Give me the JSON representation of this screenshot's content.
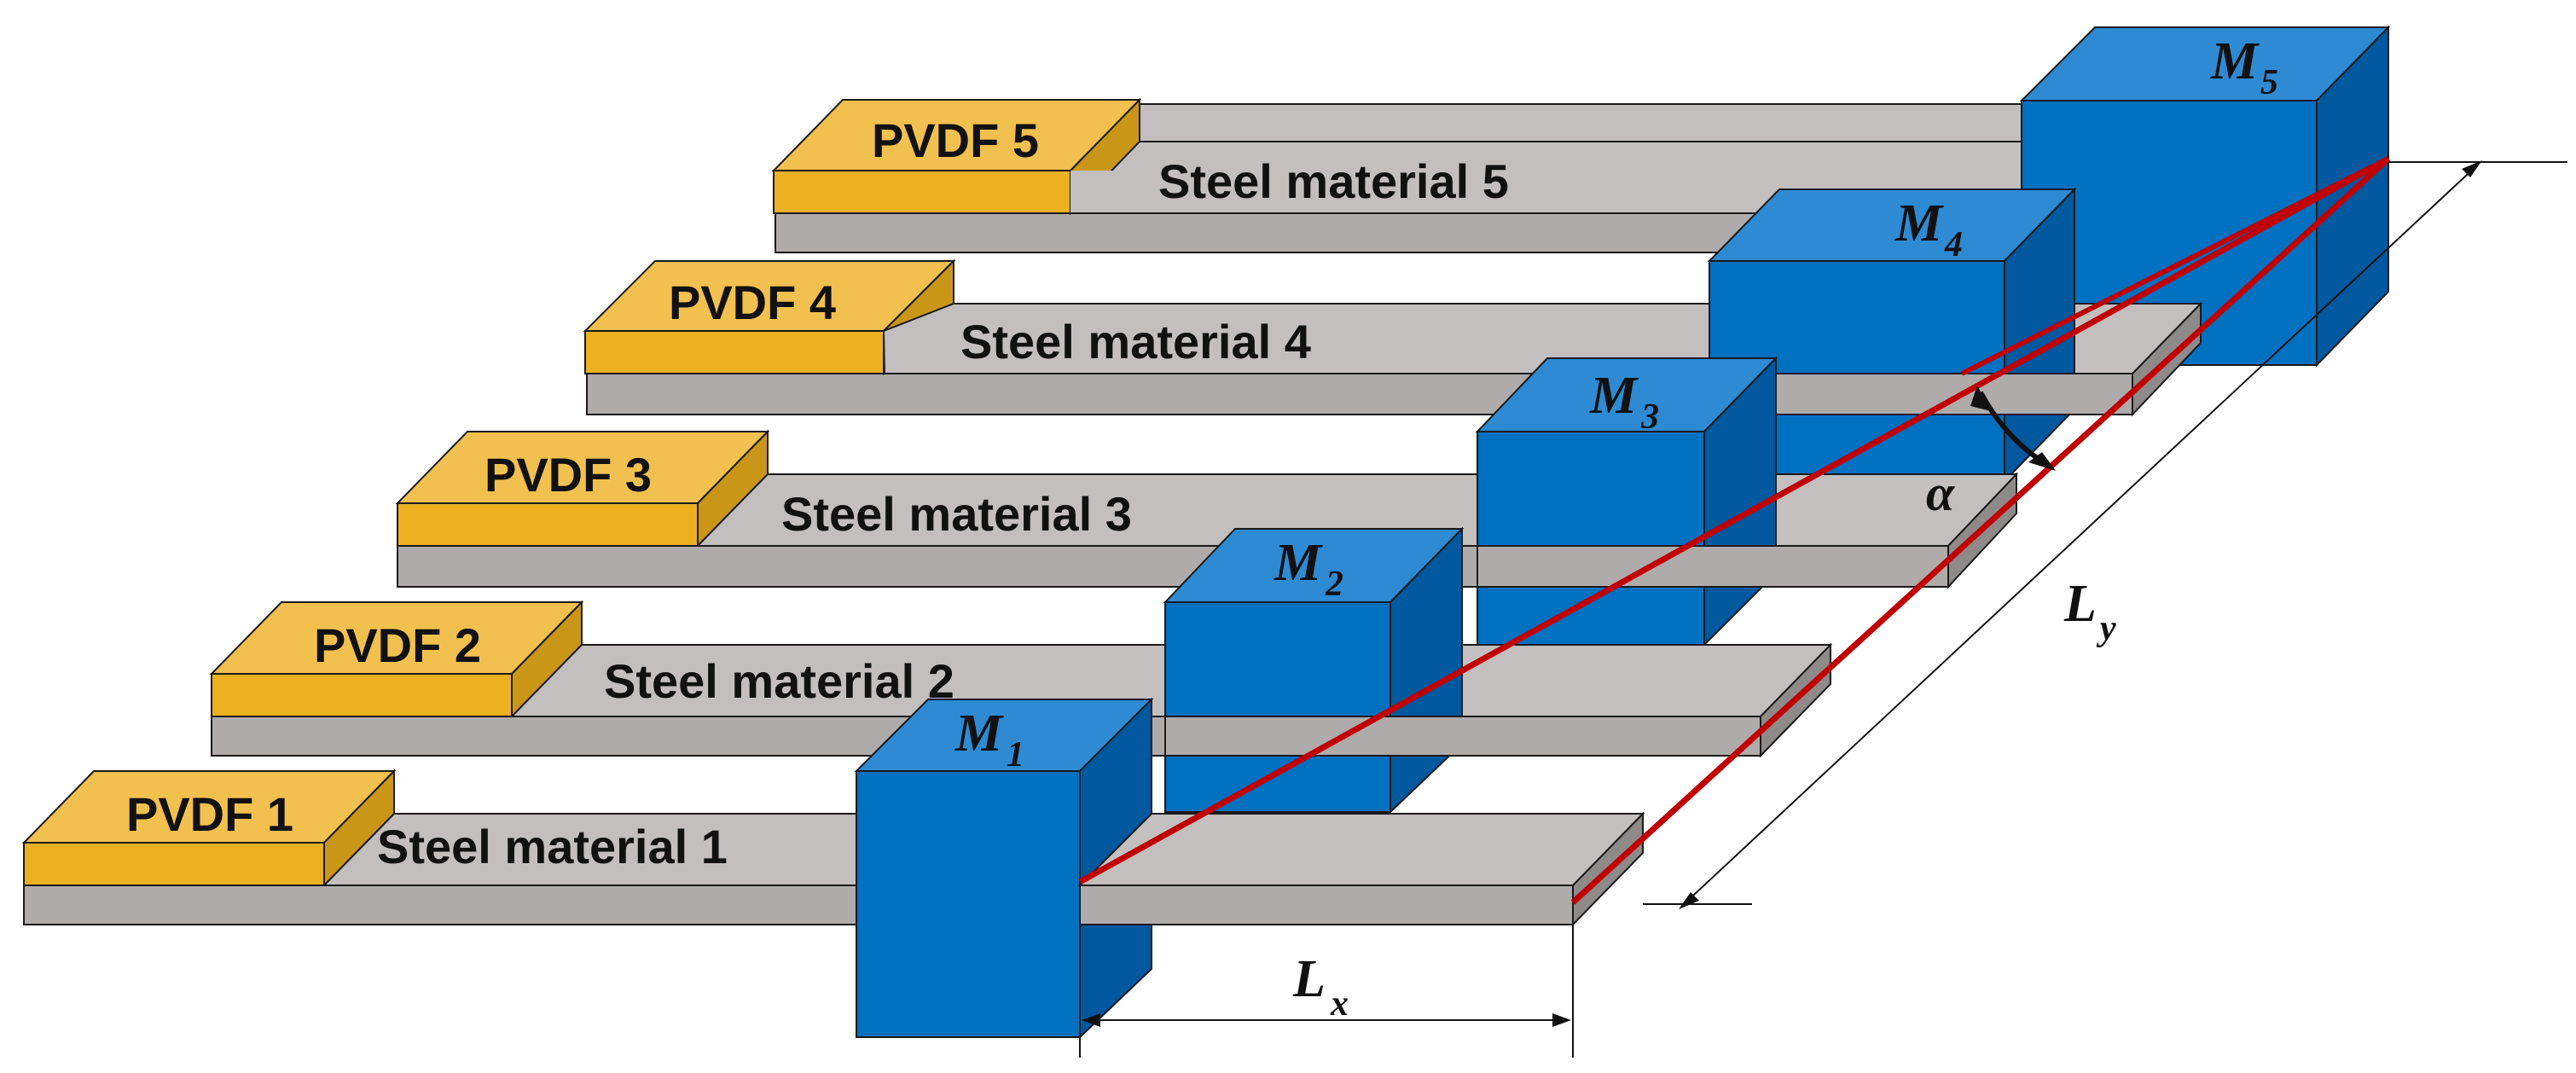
{
  "diagram": {
    "strips": [
      {
        "pvdf_label": "PVDF 1",
        "steel_label": "Steel material 1"
      },
      {
        "pvdf_label": "PVDF 2",
        "steel_label": "Steel material 2"
      },
      {
        "pvdf_label": "PVDF 3",
        "steel_label": "Steel material 3"
      },
      {
        "pvdf_label": "PVDF 4",
        "steel_label": "Steel material 4"
      },
      {
        "pvdf_label": "PVDF 5",
        "steel_label": "Steel material 5"
      }
    ],
    "masses": [
      {
        "symbol": "M",
        "subscript": "1"
      },
      {
        "symbol": "M",
        "subscript": "2"
      },
      {
        "symbol": "M",
        "subscript": "3"
      },
      {
        "symbol": "M",
        "subscript": "4"
      },
      {
        "symbol": "M",
        "subscript": "5"
      }
    ],
    "dimensions": {
      "lx": {
        "symbol": "L",
        "subscript": "x"
      },
      "ly": {
        "symbol": "L",
        "subscript": "y"
      },
      "angle": "α"
    },
    "colors": {
      "pvdf_top": "#F2C04F",
      "pvdf_front": "#ECB021",
      "pvdf_side": "#C99617",
      "steel_top": "#C3BFBF",
      "steel_front": "#AFABAB",
      "steel_side": "#8E8A8A",
      "mass_top": "#2E8AD2",
      "mass_front": "#0070C0",
      "mass_side": "#00589E",
      "red_line": "#C00000",
      "outline": "#1a1a1a"
    }
  }
}
